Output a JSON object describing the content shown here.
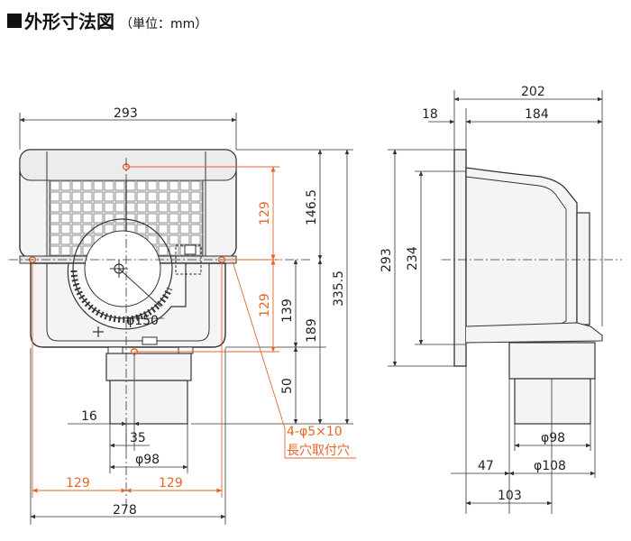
{
  "title": "外形寸法図",
  "unit_label": "（単位：mm）",
  "front_view": {
    "dim_top_width": "293",
    "dim_bottom_width": "278",
    "dim_left_129": "129",
    "dim_right_129": "129",
    "dim_vert_upper_129": "129",
    "dim_vert_lower_129": "129",
    "dim_146_5": "146.5",
    "dim_335_5": "335.5",
    "dim_139": "139",
    "dim_189": "189",
    "dim_50": "50",
    "dim_16": "16",
    "dim_35": "35",
    "dim_phi98": "φ98",
    "dim_phi150": "φ150",
    "hole_spec": "4-φ5×10",
    "hole_label": "長穴取付穴"
  },
  "side_view": {
    "dim_202": "202",
    "dim_18": "18",
    "dim_184": "184",
    "dim_293": "293",
    "dim_234": "234",
    "dim_phi98": "φ98",
    "dim_phi108": "φ108",
    "dim_47": "47",
    "dim_103": "103"
  },
  "colors": {
    "line": "#333333",
    "accent_orange": "#e4662a",
    "body_fill": "#f4f4f4",
    "grille_fill": "#ececec"
  }
}
